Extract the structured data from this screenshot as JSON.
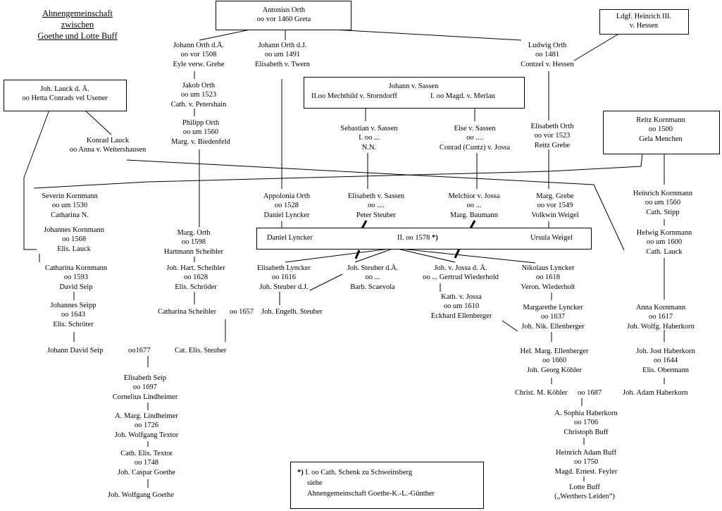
{
  "title": [
    "Ahnengemeinschaft",
    "zwischen",
    "Goethe und Lotte Buff"
  ],
  "persons": {
    "antonius": [
      "Antonius Orth",
      "oo vor 1460 Greta"
    ],
    "heinrich_hessen": [
      "Ldgf. Heinrich III.",
      "v. Hessen"
    ],
    "johann_orth_da": [
      "Johann Orth d.Ä.",
      "oo vor 1508",
      "Eyle  verw. Grebe"
    ],
    "johann_orth_dj": [
      "Johann Orth d.J.",
      "oo um 1491",
      "Elisabeth v. Twern"
    ],
    "ludwig_orth": [
      "Ludwig Orth",
      "oo 1481",
      "Contzel v. Hessen"
    ],
    "jakob_orth": [
      "Jakob Orth",
      "oo um 1523",
      "Cath. v. Petershain"
    ],
    "philipp_orth": [
      "Philipp Orth",
      "oo um 1560",
      "Marg. v. Biedenfeld"
    ],
    "lauck_alt": [
      "Joh. Lauck d. Ä.",
      "oo Hetta Conrads vel Usener"
    ],
    "johann_sassen": [
      "Johann v. Sassen"
    ],
    "sassen_m1": "II.oo Mechthild v. Storndorff",
    "sassen_m2": "I. oo Magd. v. Merlau",
    "konrad_lauck": [
      "Konrad Lauck",
      "oo Anna v. Weitershausen"
    ],
    "sebastian_sassen": [
      "Sebastian v. Sassen",
      "I. oo ...",
      "N.N."
    ],
    "else_sassen": [
      "Else v. Sassen",
      "oo ....",
      "Conrad (Cuntz) v. Jossa"
    ],
    "elisabeth_orth": [
      "Elisabeth Orth",
      "oo vor 1523",
      "Reitz Grebe"
    ],
    "reitz_kornmann": [
      "Reitz Kornmann",
      "oo 1500",
      "Gela Menchen"
    ],
    "severin_kornmann": [
      "Severin Kornmann",
      "oo um 1530",
      "Catharina N."
    ],
    "johannes_kornmann": [
      "Johannes Kornmann",
      "oo 1568",
      "Elis. Lauck"
    ],
    "appolonia_orth": [
      "Appolonia Orth",
      "oo 1528",
      "Daniel Lyncker"
    ],
    "elisabeth_sassen": [
      "Elisabeth v. Sassen",
      "oo ....",
      "Peter Steuber"
    ],
    "melchior_jossa": [
      "Melchior v. Jossa",
      "oo ...",
      "Marg. Baumann"
    ],
    "marg_grebe": [
      "Marg. Grebe",
      "oo vor 1549",
      "Volkwin Weigel"
    ],
    "heinrich_kornmann": [
      "Heinrich Kornmann",
      "oo um 1560",
      "Cath. Stipp"
    ],
    "helwig_kornmann": [
      "Helwig Kornmann",
      "oo um 1600",
      "Cath. Lauck"
    ],
    "marg_orth": [
      "Marg. Orth",
      "oo 1598",
      "Hartmann Scheibler"
    ],
    "daniel_lyncker": "Daniel Lyncker",
    "marriage_1578": "II. oo 1578",
    "marriage_note_mark": "*)",
    "ursula_weigel": "Ursula Weigel",
    "catharina_kornmann": [
      "Catharina Kornmann",
      "oo 1593",
      "David Seip"
    ],
    "joh_hart_scheibler": [
      "Joh. Hart. Scheibler",
      "oo 1628",
      "Elis. Schröder"
    ],
    "elisabeth_lyncker": [
      "Elisabeth Lyncker",
      "oo 1616",
      "Joh. Steuber d.J."
    ],
    "joh_steuber_da": [
      "Joh. Steuber d.Ä.",
      "oo ...",
      "Barb. Scaevola"
    ],
    "joh_jossa_da": [
      "Joh. v. Jossa d. Ä.",
      "oo ... Gertrud Wiederhold"
    ],
    "nikolaus_lyncker": [
      "Nikolaus Lyncker",
      "oo 1618",
      "Veron. Wiederholt"
    ],
    "kath_jossa": [
      "Kath. v. Jossa",
      "oo um 1610",
      "Eckhard Ellenberger"
    ],
    "margarethe_lyncker": [
      "Margarethe Lyncker",
      "oo 1637",
      "Joh. Nik. Ellenberger"
    ],
    "anna_kornmann": [
      "Anna Kornmann",
      "oo 1617",
      "Joh. Wolfg. Haberkorn"
    ],
    "johannes_seipp": [
      "Johannes Seipp",
      "oo 1643",
      "Elis. Schröter"
    ],
    "catharina_scheibler": "Catharina Scheibler",
    "marriage_1657": "oo 1657",
    "joh_engelh_steuber": "Joh. Engelh. Steuber",
    "hel_marg_ellenberger": [
      "Hel. Marg. Ellenberger",
      "oo 1660",
      "Joh. Georg Köhler"
    ],
    "joh_jost_haberkorn": [
      "Joh. Jost Haberkorn",
      "oo 1644",
      "Elis. Obermann"
    ],
    "johann_david_seip": "Johann David Seip",
    "marriage_1677": "oo1677",
    "cat_elis_steuber": "Cat. Elis. Steuber",
    "christ_koehler": "Christ. M. Köhler",
    "marriage_1687": "oo 1687",
    "joh_adam_haberkorn": "Joh. Adam Haberkorn",
    "elisabeth_seip": [
      "Elisabeth Seip",
      "oo 1697",
      "Cornelius Lindheimer"
    ],
    "sophia_haberkorn": [
      "A. Sophia Haberkorn",
      "oo 1706",
      "Christoph Buff"
    ],
    "marg_lindheimer": [
      "A. Marg. Lindheimer",
      "oo 1726",
      "Joh. Wolfgang Textor"
    ],
    "heinrich_adam_buff": [
      "Heinrich Adam Buff",
      "oo 1750",
      "Magd. Ernest. Feyler"
    ],
    "cath_elis_textor": [
      "Cath. Elis. Textor",
      "oo 1748",
      "Joh. Caspar Goethe"
    ],
    "lotte_buff": [
      "Lotte Buff",
      "(„Werthers Leiden“)"
    ],
    "goethe": "Joh. Wolfgang Goethe"
  },
  "footnote": {
    "mark": "*)",
    "lines": [
      "I. oo Cath. Schenk zu Schweinsberg",
      "siehe",
      "Ahnengemeinschaft Goethe-K.-L.-Günther"
    ]
  }
}
